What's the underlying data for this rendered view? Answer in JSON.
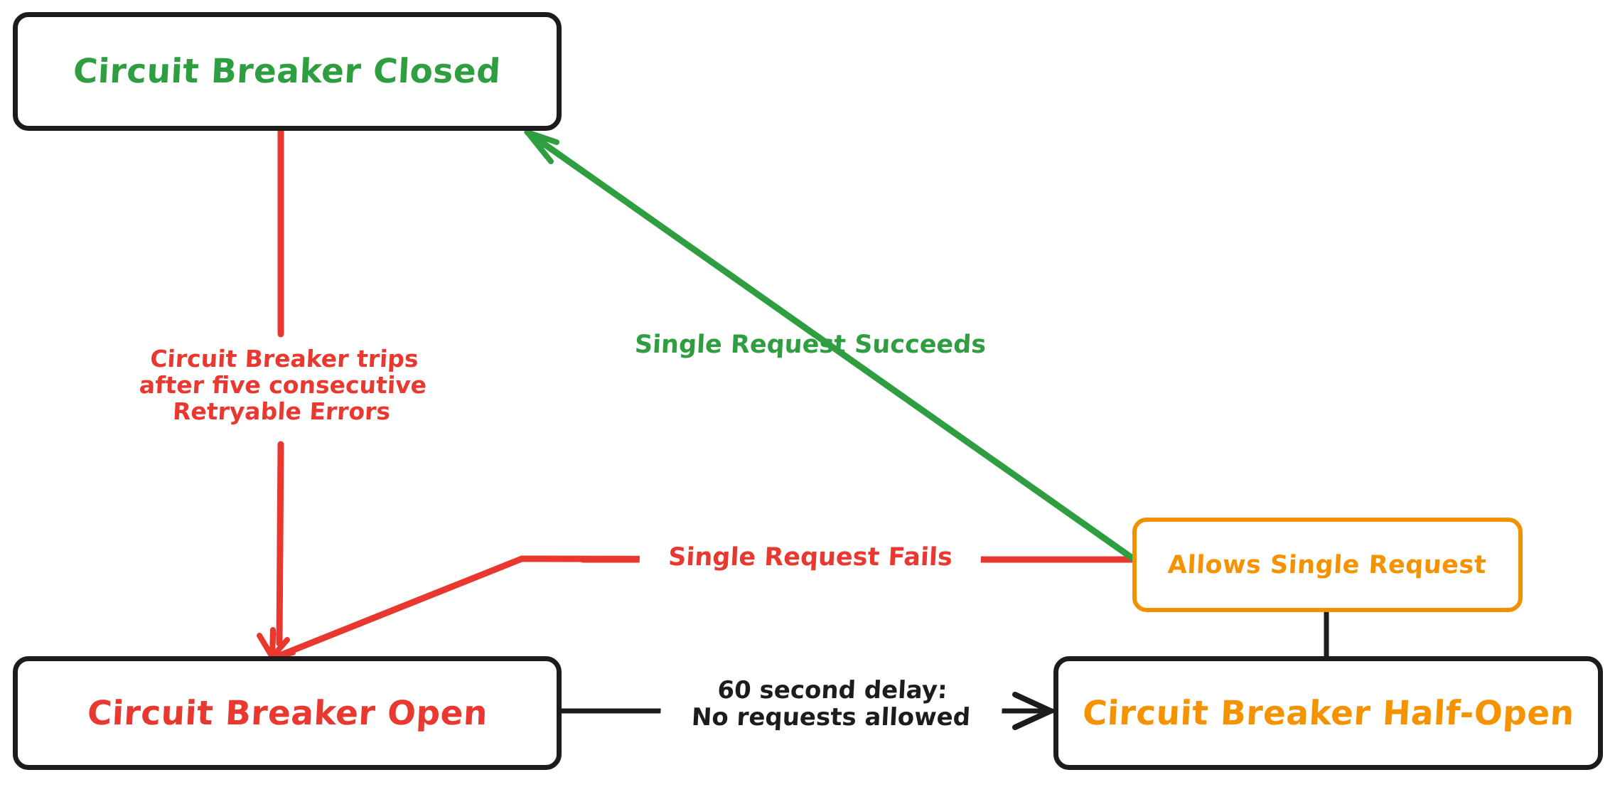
{
  "diagram": {
    "type": "state-diagram",
    "title": "Circuit Breaker state transitions",
    "background": "#ffffff",
    "colors": {
      "closed_green": "#2f9e41",
      "open_red": "#e8382f",
      "halfopen_orange": "#f59200",
      "node_border_black": "#1c1c1c",
      "allows_border_orange": "#ef9100"
    }
  },
  "nodes": {
    "closed": {
      "label": "Circuit Breaker Closed",
      "color": "#2f9e41",
      "border": "#1c1c1c"
    },
    "open": {
      "label": "Circuit Breaker Open",
      "color": "#e8382f",
      "border": "#1c1c1c"
    },
    "half_open": {
      "label": "Circuit Breaker Half-Open",
      "color": "#f59200",
      "border": "#1c1c1c"
    },
    "allows_single_request": {
      "label": "Allows Single Request",
      "color": "#f59200",
      "border": "#ef9100"
    }
  },
  "edges": {
    "closed_to_open": {
      "label": "Circuit Breaker trips\nafter five consecutive\nRetryable Errors",
      "color": "#e8382f",
      "from": "closed",
      "to": "open"
    },
    "allows_to_closed": {
      "label": "Single Request Succeeds",
      "color": "#2f9e41",
      "from": "allows_single_request",
      "to": "closed"
    },
    "allows_to_open": {
      "label": "Single Request Fails",
      "color": "#e8382f",
      "from": "allows_single_request",
      "to": "open"
    },
    "open_to_half_open": {
      "label": "60 second delay:\nNo requests allowed",
      "color": "#1c1c1c",
      "from": "open",
      "to": "half_open"
    },
    "half_open_to_allows": {
      "label": "",
      "color": "#1c1c1c",
      "from": "half_open",
      "to": "allows_single_request"
    }
  }
}
